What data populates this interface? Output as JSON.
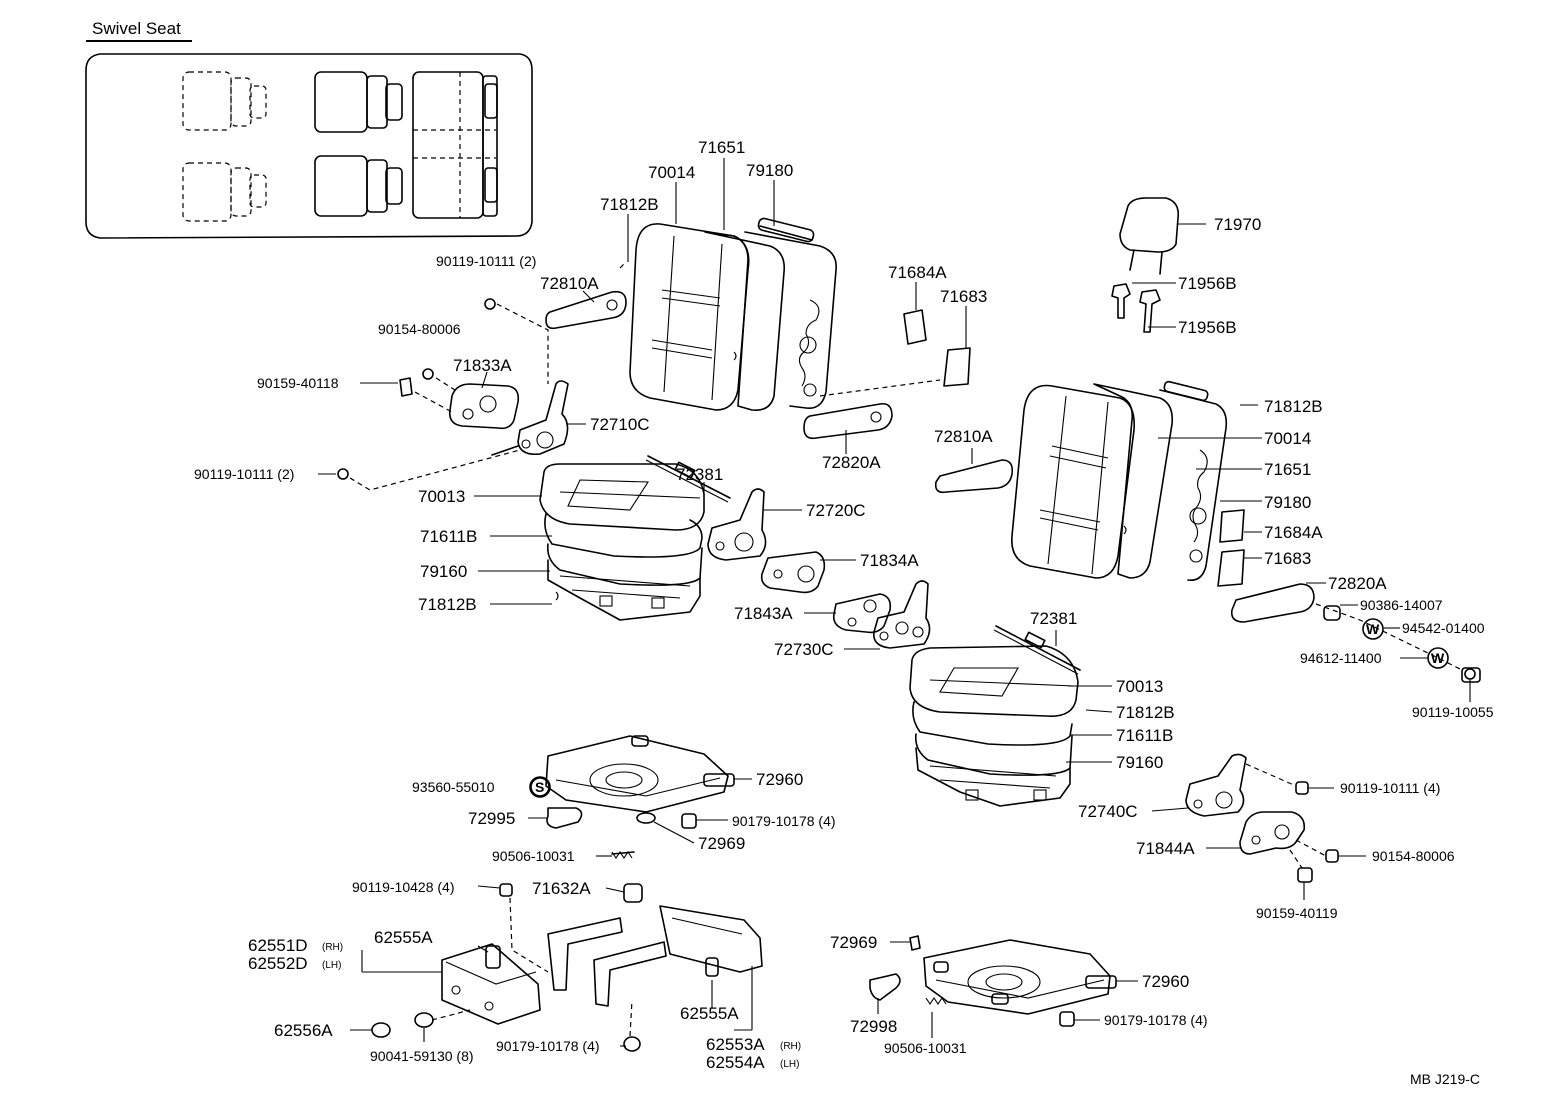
{
  "title": "Swivel Seat",
  "footer_code": "MB  J219-C",
  "labels": {
    "l71651": "71651",
    "l70014": "70014",
    "l79180": "79180",
    "l71812B_a": "71812B",
    "l90119_10111_a": "90119-10111 (2)",
    "l72810A_a": "72810A",
    "l90154_80006_a": "90154-80006",
    "l71833A": "71833A",
    "l90159_40118": "90159-40118",
    "l72710C": "72710C",
    "l90119_10111_b": "90119-10111 (2)",
    "l72381_a": "72381",
    "l70013_a": "70013",
    "l72720C": "72720C",
    "l71611B_a": "71611B",
    "l79160_a": "79160",
    "l71834A": "71834A",
    "l71812B_b": "71812B",
    "l71843A": "71843A",
    "l72730C": "72730C",
    "l71684A_a": "71684A",
    "l71683_a": "71683",
    "l72820A_a": "72820A",
    "l72810A_b": "72810A",
    "l71970": "71970",
    "l71956B_a": "71956B",
    "l71956B_b": "71956B",
    "l71812B_c": "71812B",
    "l70014_b": "70014",
    "l71651_b": "71651",
    "l79180_b": "79180",
    "l71684A_b": "71684A",
    "l71683_b": "71683",
    "l72820A_b": "72820A",
    "l90386_14007": "90386-14007",
    "l94542_01400": "94542-01400",
    "l94612_11400": "94612-11400",
    "l90119_10055": "90119-10055",
    "l72381_b": "72381",
    "l70013_b": "70013",
    "l71812B_d": "71812B",
    "l71611B_b": "71611B",
    "l79160_b": "79160",
    "l93560_55010": "93560-55010",
    "l72960_a": "72960",
    "l72995": "72995",
    "l90179_10178_a": "90179-10178 (4)",
    "l72969_a": "72969",
    "l90506_10031_a": "90506-10031",
    "l90119_10111_c": "90119-10111 (4)",
    "l72740C": "72740C",
    "l71844A": "71844A",
    "l90154_80006_b": "90154-80006",
    "l90159_40119": "90159-40119",
    "l90119_10428": "90119-10428 (4)",
    "l71632A": "71632A",
    "l62551D": "62551D",
    "l62552D": "62552D",
    "l62555A_a": "62555A",
    "l62556A": "62556A",
    "l90041_59130": "90041-59130 (8)",
    "l90179_10178_b": "90179-10178 (4)",
    "l62555A_b": "62555A",
    "l62553A": "62553A",
    "l62554A": "62554A",
    "l72969_b": "72969",
    "l72998": "72998",
    "l90506_10031_b": "90506-10031",
    "l72960_b": "72960",
    "l90179_10178_c": "90179-10178 (4)",
    "rh_a": "(RH)",
    "lh_a": "(LH)",
    "rh_b": "(RH)",
    "lh_b": "(LH)"
  },
  "symbols": {
    "s_circle": "S",
    "w_circle_a": "W",
    "w_circle_b": "W"
  }
}
